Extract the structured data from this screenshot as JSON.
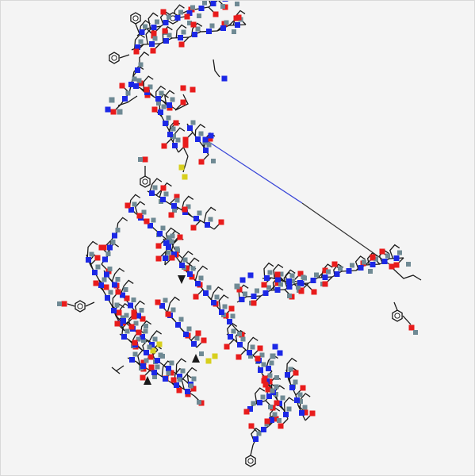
{
  "viewer": {
    "background": "#f4f4f4",
    "border": "#d9d9d9"
  },
  "atom_colors": {
    "carbon_bond": "#1a1a1a",
    "nitrogen": "#1c28e6",
    "oxygen": "#e81c1c",
    "sulfur": "#d7cf1d",
    "hydrogen": "#6f8a94",
    "crosslink": "#3b48d8"
  },
  "structure": {
    "type": "peptide skeletal formula",
    "chains": 2,
    "disulfide_bridges": 3,
    "aromatic_rings": 6,
    "has_long_crosslink": true
  }
}
